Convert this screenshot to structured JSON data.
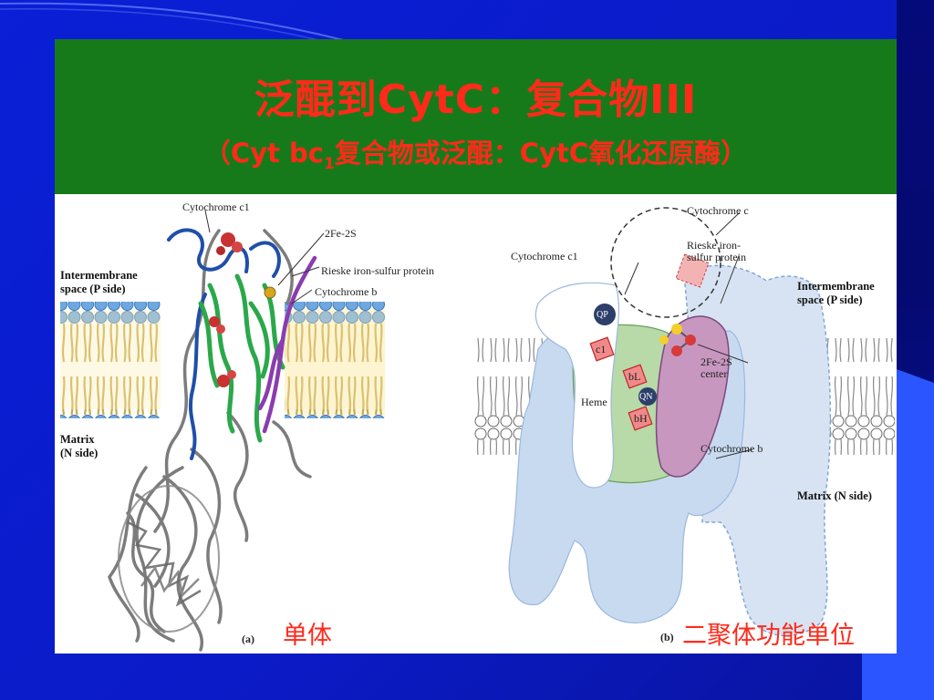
{
  "title": {
    "main": "泛醌到CytC：复合物III",
    "sub_prefix": "（Cyt bc",
    "sub_subscript": "1",
    "sub_suffix": "复合物或泛醌：CytC氧化还原酶）"
  },
  "panel_a": {
    "label": "(a)",
    "caption": "单体",
    "labels": {
      "cytochrome_c1": "Cytochrome c1",
      "fe2s": "2Fe-2S",
      "rieske": "Rieske iron-sulfur protein",
      "cytochrome_b": "Cytochrome b",
      "intermembrane_1": "Intermembrane",
      "intermembrane_2": "space (P side)",
      "matrix_1": "Matrix",
      "matrix_2": "(N side)"
    }
  },
  "panel_b": {
    "label": "(b)",
    "caption": "二聚体功能单位",
    "labels": {
      "cytochrome_c": "Cytochrome c",
      "cytochrome_c1": "Cytochrome c1",
      "rieske_1": "Rieske iron-",
      "rieske_2": "sulfur protein",
      "intermembrane_1": "Intermembrane",
      "intermembrane_2": "space (P side)",
      "qp": "QP",
      "c1": "c1",
      "bl": "bL",
      "heme": "Heme",
      "qn": "QN",
      "bh": "bH",
      "fe2s_1": "2Fe-2S",
      "fe2s_2": "center",
      "cytochrome_b": "Cytochrome b",
      "matrix": "Matrix (N side)"
    }
  },
  "colors": {
    "title_red": "#ff2a1a",
    "band_green": "#177a1a",
    "bg_blue": "#0a1fd6"
  }
}
